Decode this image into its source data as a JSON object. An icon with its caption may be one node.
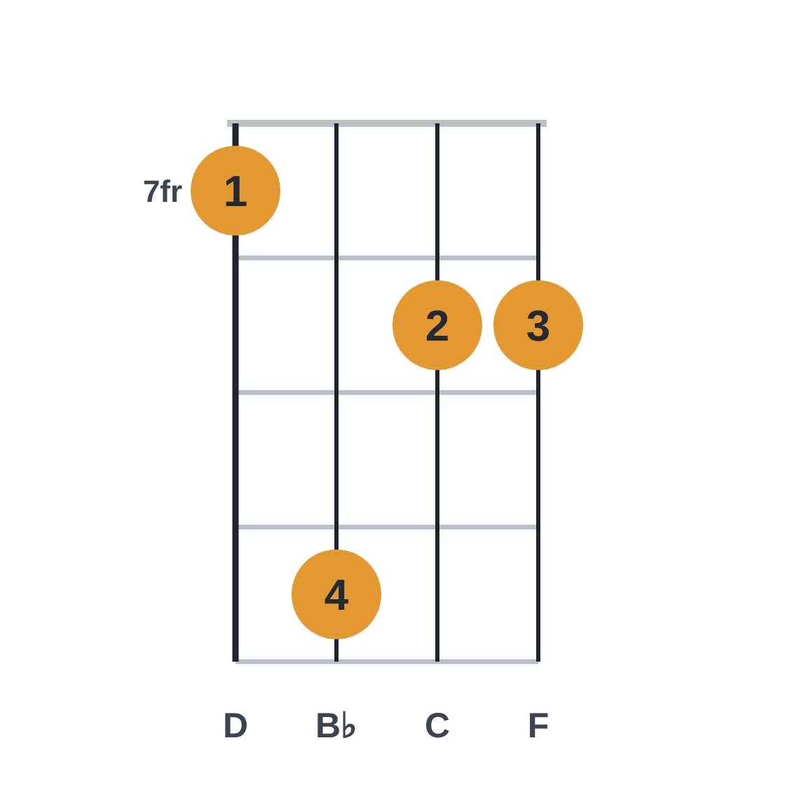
{
  "diagram": {
    "nodes": [
      {
        "text": [
          "1"
        ]
      },
      {
        "text": [
          "2"
        ]
      },
      {
        "text": [
          "3"
        ]
      },
      {
        "text": [
          "4"
        ]
      }
    ],
    "labels": [
      "7fr",
      "D",
      "B♭",
      "C",
      "F"
    ]
  }
}
